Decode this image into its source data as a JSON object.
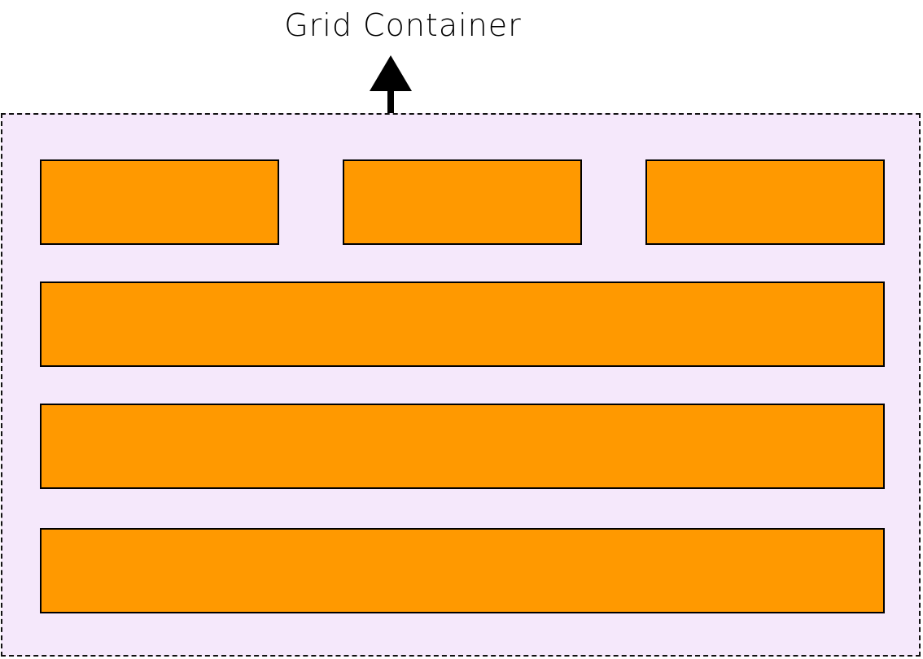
{
  "diagram": {
    "title": "Grid Container",
    "colors": {
      "container_fill": "#f5e8fb",
      "item_fill": "#ff9900",
      "stroke": "#000000"
    },
    "arrow_icon": "arrow-up-icon",
    "rows": [
      {
        "columns": 3
      },
      {
        "columns": 1
      },
      {
        "columns": 1
      },
      {
        "columns": 1
      }
    ]
  }
}
